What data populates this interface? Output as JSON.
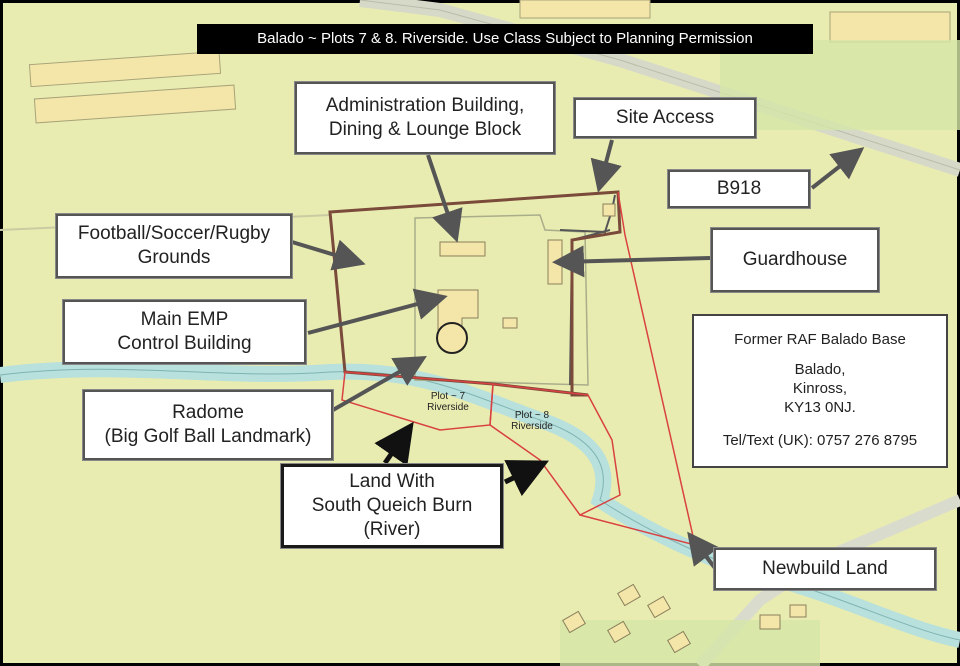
{
  "title": "Balado ~ Plots 7 & 8. Riverside. Use Class Subject to Planning Permission",
  "labels": {
    "admin": "Administration Building,\nDining & Lounge Block",
    "site_access": "Site Access",
    "b918": "B918",
    "football": "Football/Soccer/Rugby\nGrounds",
    "guardhouse": "Guardhouse",
    "emp": "Main EMP\nControl Building",
    "radome": "Radome\n(Big Golf Ball Landmark)",
    "river_land": "Land With\nSouth Queich Burn\n(River)",
    "newbuild": "Newbuild Land"
  },
  "plots": {
    "plot7": "Plot ~ 7\nRiverside",
    "plot8": "Plot ~ 8\nRiverside"
  },
  "info": {
    "name": "Former RAF Balado Base",
    "address": "Balado,\nKinross,\nKY13 0NJ.",
    "tel": "Tel/Text (UK): 0757 276 8795"
  }
}
